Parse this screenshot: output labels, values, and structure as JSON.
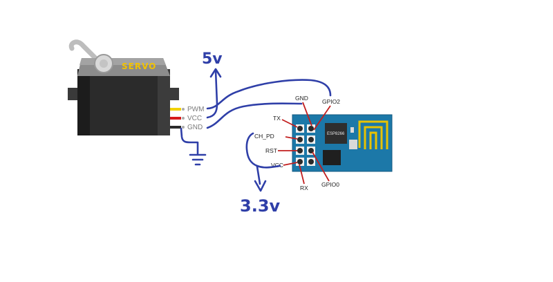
{
  "servo": {
    "label": "SERVO",
    "pins": [
      "PWM",
      "VCC",
      "GND"
    ],
    "wire_colors": [
      "#f2d200",
      "#d61a1a",
      "#2a2a2a"
    ]
  },
  "power": {
    "five_volt": "5v",
    "three_volt": "3.3v"
  },
  "esp": {
    "chip_label": "ESP8266",
    "pins": {
      "gnd": "GND",
      "gpio2": "GPIO2",
      "tx": "TX",
      "ch_pd": "CH_PD",
      "rst": "RST",
      "vcc": "VCC",
      "rx": "RX",
      "gpio0": "GPIO0"
    }
  },
  "colors": {
    "hand_wire": "#2f3fa8",
    "board": "#1c78a8",
    "pointer": "#c21e1e",
    "servo_body": "#2b2b2b",
    "servo_top": "#8c8c8c"
  }
}
